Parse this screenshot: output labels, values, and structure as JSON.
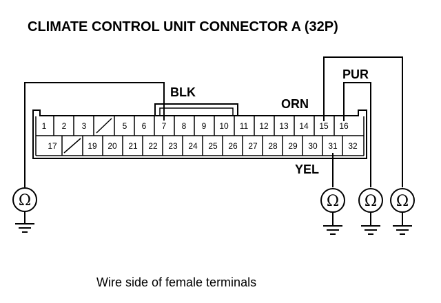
{
  "title": "CLIMATE CONTROL UNIT CONNECTOR A (32P)",
  "caption": "Wire side of female terminals",
  "wire_labels": {
    "blk": "BLK",
    "orn": "ORN",
    "pur": "PUR",
    "yel": "YEL"
  },
  "ohm_symbol": "Ω",
  "connector": {
    "top_row": [
      "1",
      "2",
      "3",
      "",
      "5",
      "6",
      "7",
      "8",
      "9",
      "10",
      "11",
      "12",
      "13",
      "14",
      "15",
      "16"
    ],
    "bottom_row": [
      "17",
      "",
      "19",
      "20",
      "21",
      "22",
      "23",
      "24",
      "25",
      "26",
      "27",
      "28",
      "29",
      "30",
      "31",
      "32"
    ]
  },
  "meters": [
    {
      "id": "left",
      "connected_pin": "7"
    },
    {
      "id": "yel",
      "connected_pin": "31"
    },
    {
      "id": "pur",
      "connected_pin": "16"
    },
    {
      "id": "orn",
      "connected_pin": "15"
    }
  ]
}
